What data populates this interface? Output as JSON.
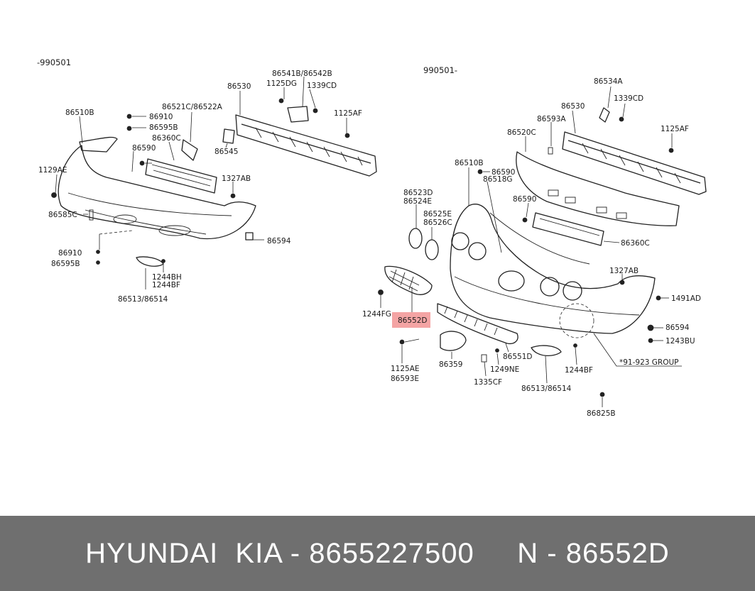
{
  "diagram": {
    "left_header": "-990501",
    "right_header": "990501-",
    "highlight_color": "#f4a4a4",
    "labels": {
      "l_86510B": "86510B",
      "l_86910_a": "86910",
      "l_86595B_a": "86595B",
      "l_86521C": "86521C/86522A",
      "l_86360C_a": "86360C",
      "l_86590_a": "86590",
      "l_86530_a": "86530",
      "l_86541B": "86541B/86542B",
      "l_1125DG": "1125DG",
      "l_1339CD_a": "1339CD",
      "l_1125AF_a": "1125AF",
      "l_86545": "86545",
      "l_1129AE": "1129AE",
      "l_1327AB_a": "1327AB",
      "l_86585C": "86585C",
      "l_86594_a": "86594",
      "l_86910_b": "86910",
      "l_86595B_b": "86595B",
      "l_1244BH": "1244BH",
      "l_1244BF_a": "1244BF",
      "l_86513_a": "86513/86514",
      "l_86534A": "86534A",
      "l_86530_b": "86530",
      "l_1339CD_b": "1339CD",
      "l_86593A": "86593A",
      "l_1125AF_b": "1125AF",
      "l_86520C": "86520C",
      "l_86510B_b": "86510B",
      "l_86590_b": "86590",
      "l_86518G": "86518G",
      "l_86523D": "86523D",
      "l_86524E": "86524E",
      "l_86525E": "86525E",
      "l_86526C": "86526C",
      "l_86590_c": "86590",
      "l_86360C_b": "86360C",
      "l_1327AB_b": "1327AB",
      "l_1491AD": "1491AD",
      "l_1244FG": "1244FG",
      "l_86552D": "86552D",
      "l_86594_b": "86594",
      "l_1243BU": "1243BU",
      "l_91923": "*91-923 GROUP",
      "l_1125AE": "1125AE",
      "l_86593E": "86593E",
      "l_86359": "86359",
      "l_1249NE": "1249NE",
      "l_86551D": "86551D",
      "l_1335CF": "1335CF",
      "l_86513_b": "86513/86514",
      "l_1244BF_b": "1244BF",
      "l_86825B": "86825B"
    }
  },
  "footer": {
    "text": "HYUNDAI  KIA - 8655227500     N - 86552D"
  }
}
